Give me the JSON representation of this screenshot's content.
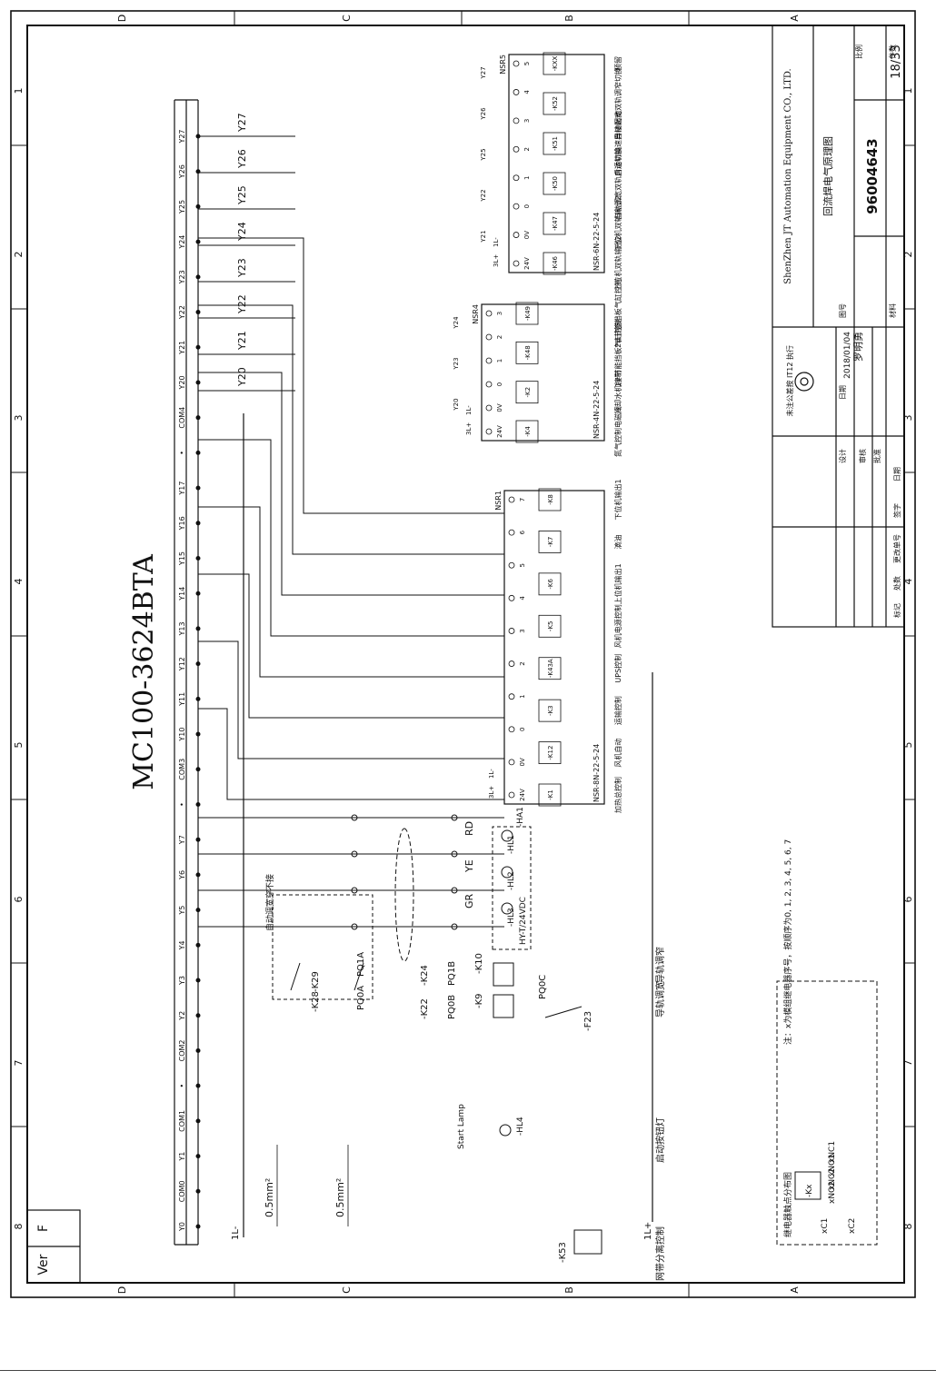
{
  "frame": {
    "zone_letters": [
      "D",
      "C",
      "B",
      "A"
    ],
    "zone_numbers": [
      "1",
      "2",
      "3",
      "4",
      "5",
      "6",
      "7",
      "8"
    ]
  },
  "plc": {
    "model": "MC100-3624BTA",
    "bottom_rail": "1L-",
    "bottom_rail_plus": "1L+",
    "terminals": [
      "Y0",
      "COM0",
      "Y1",
      "COM1",
      "•",
      "COM2",
      "Y2",
      "Y3",
      "Y4",
      "Y5",
      "Y6",
      "Y7",
      "•",
      "COM3",
      "Y10",
      "Y11",
      "Y12",
      "Y13",
      "Y14",
      "Y15",
      "Y16",
      "Y17",
      "•",
      "COM4",
      "Y20",
      "Y21",
      "Y22",
      "Y23",
      "Y24",
      "Y25",
      "Y26",
      "Y27"
    ]
  },
  "y2_outputs": [
    "Y20",
    "Y21",
    "Y22",
    "Y23",
    "Y24",
    "Y25",
    "Y26",
    "Y27"
  ],
  "wire_sizes": [
    "0.5mm²",
    "0.5mm²"
  ],
  "lamps": {
    "colors": [
      "RD",
      "YE",
      "GR"
    ],
    "tags": [
      "-HL1",
      "-HL2",
      "-HL3",
      "-HA1"
    ],
    "model": "HY-T/24VDC",
    "start_lamp_tag": "-HL4",
    "start_lamp_label": "Start Lamp"
  },
  "relays": {
    "k29": "-K29",
    "k28": "-K28",
    "p01a": "PQ1A",
    "p00a": "PQ0A",
    "k24": "-K24",
    "k22": "-K22",
    "p01b": "PQ1B",
    "p00b": "PQ0B",
    "k10": "-K10",
    "k9": "-K9",
    "k53": "-K53",
    "f23": "-F23",
    "p00c": "PQ0C",
    "auto_adjust": "自动调宽穿不接"
  },
  "bottom_captions": [
    "网带分离控制",
    "启动按钮灯",
    "导轨调宽",
    "导轨调窄"
  ],
  "modules": [
    {
      "name": "NSR1",
      "part": "NSR-8N-22-5-24",
      "pins": [
        "24V",
        "0V",
        "0",
        "1",
        "2",
        "3",
        "4",
        "5",
        "6",
        "7"
      ],
      "relays": [
        "-K1",
        "-K12",
        "-K3",
        "-K43A",
        "-K5",
        "-K6",
        "-K7",
        "-K8"
      ],
      "captions": [
        "加热总控制",
        "风机自动",
        "运输控制",
        "UPS控制",
        "风机电源控制",
        "上位机输出1",
        "滴油",
        "下位机输出1"
      ]
    },
    {
      "name": "NSR4",
      "part": "NSR-4N-22-5-24",
      "pins": [
        "24V",
        "0V",
        "0",
        "1",
        "2",
        "3"
      ],
      "inputs": [
        "Y20",
        "Y23",
        "Y24"
      ],
      "relays": [
        "-K4",
        "-K2",
        "-K48",
        "-K49"
      ],
      "captions": [
        "氮气控制电磁阀",
        "冷却水机控制",
        "1#节能挡板气缸控制",
        "2#节能挡板气缸控制"
      ]
    },
    {
      "name": "NSR5",
      "part": "NSR-6N-22-5-24",
      "pins": [
        "24V",
        "0V",
        "0",
        "1",
        "2",
        "3",
        "4",
        "5"
      ],
      "inputs": [
        "Y21",
        "Y22",
        "Y25",
        "Y26",
        "Y27"
      ],
      "relays": [
        "-K46",
        "-K47",
        "-K50",
        "-K51",
        "-K52",
        "-KXX"
      ],
      "captions": [
        "上位机双轨输出2",
        "下位机双轨输出2",
        "自动调宽双轨自动切换",
        "后运轨输速异接起动",
        "自动调宽双轨调窄切换",
        "预留"
      ]
    }
  ],
  "module_rail": [
    "3L+",
    "1L-"
  ],
  "note": {
    "title": "继电器触点分布图",
    "text": "注：x为模组继电器序号，按顺序为0, 1, 2, 3, 4, 5, 6, 7",
    "coil": "-Kx",
    "contacts": [
      "xC1",
      "xNC1",
      "xNO1",
      "xC2",
      "xNC2",
      "xNO2"
    ]
  },
  "title_block": {
    "company": "ShenZhen JT Automation Equipment CO., LTD.",
    "drawing_title": "回流焊电气原理图",
    "drawing_number": "96004643",
    "sheet": "18/33",
    "standard": "未注公差按 IT12 执行",
    "date": "2018/01/04",
    "designer": "罗明勇",
    "labels": {
      "scale": "比例",
      "pieces": "件数",
      "drawing_no": "图号",
      "material": "材料",
      "date": "日期",
      "design": "设计",
      "review": "审核",
      "approve": "批准",
      "mark": "标记",
      "count": "处数",
      "change_no": "更改单号",
      "sign": "签字",
      "date2": "日期"
    }
  },
  "version": {
    "label": "Ver",
    "value": "F"
  }
}
